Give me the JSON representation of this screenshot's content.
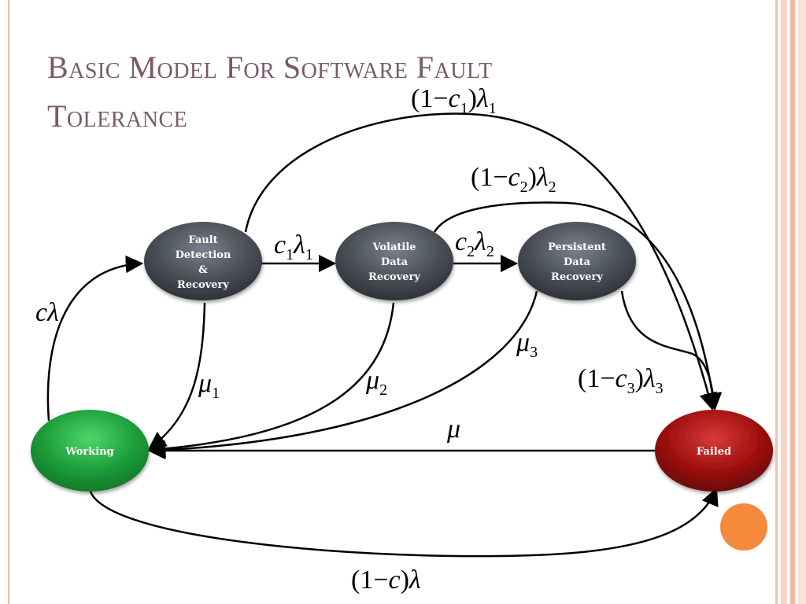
{
  "slide": {
    "title_line1": "Basic Model For Software Fault",
    "title_line2": "Tolerance"
  },
  "nodes": {
    "fault_detection": [
      "Fault",
      "Detection",
      "&",
      "Recovery"
    ],
    "volatile": [
      "Volatile",
      "Data",
      "Recovery"
    ],
    "persistent": [
      "Persistent",
      "Data",
      "Recovery"
    ],
    "working": "Working",
    "failed": "Failed"
  },
  "edge_labels": {
    "c_lambda": {
      "a": "c",
      "b": "λ"
    },
    "c1_lambda1": {
      "a": "c",
      "a_sub": "1",
      "b": "λ",
      "b_sub": "1"
    },
    "c2_lambda2": {
      "a": "c",
      "a_sub": "2",
      "b": "λ",
      "b_sub": "2"
    },
    "mu": "μ",
    "mu1": {
      "a": "μ",
      "a_sub": "1"
    },
    "mu2": {
      "a": "μ",
      "a_sub": "2"
    },
    "mu3": {
      "a": "μ",
      "a_sub": "3"
    },
    "one_minus_c1": {
      "pre": "(1−",
      "c": "c",
      "c_sub": "1",
      "post": ")",
      "l": "λ",
      "l_sub": "1"
    },
    "one_minus_c2": {
      "pre": "(1−",
      "c": "c",
      "c_sub": "2",
      "post": ")",
      "l": "λ",
      "l_sub": "2"
    },
    "one_minus_c3": {
      "pre": "(1−",
      "c": "c",
      "c_sub": "3",
      "post": ")",
      "l": "λ",
      "l_sub": "3"
    },
    "one_minus_c": {
      "pre": "(1−",
      "c": "c",
      "post": ")",
      "l": "λ"
    }
  },
  "colors": {
    "title": "#7a5a6a",
    "node_gray": "#4a4f57",
    "node_green": "#1e9e3a",
    "node_red": "#a01010",
    "accent_orange": "#f58a3c",
    "border_salmon": "#f4b8a0"
  }
}
